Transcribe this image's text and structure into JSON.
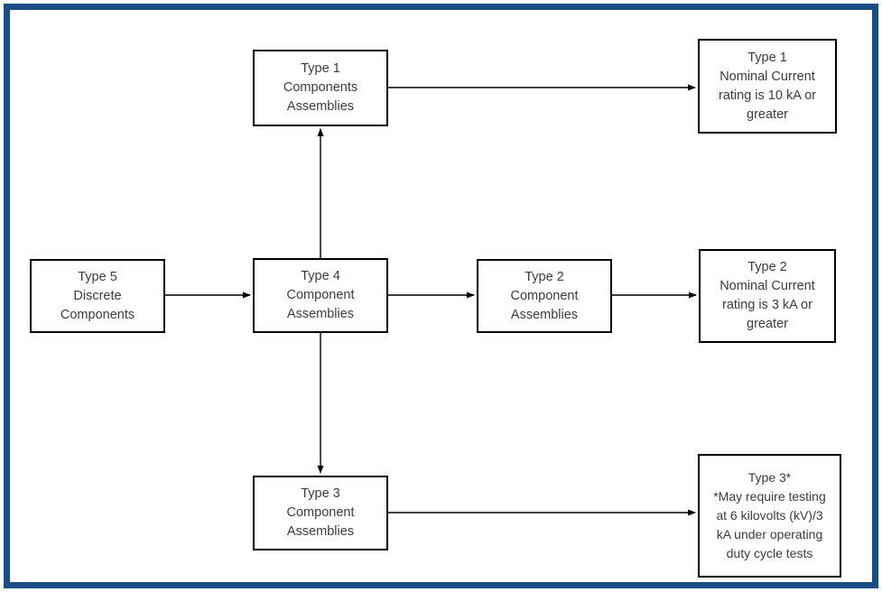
{
  "colors": {
    "frame-color": "#1b4f84",
    "box-border-color": "#000000",
    "text-color": "#3c3c3c",
    "background": "#ffffff"
  },
  "diagram": {
    "boxes": [
      {
        "id": "type-1-components-assemblies",
        "text": "Type 1\nComponents\nAssemblies"
      },
      {
        "id": "type-1-nominal-current",
        "text": "Type 1\nNominal Current\nrating is 10 kA or\ngreater"
      },
      {
        "id": "type-5-discrete-components",
        "text": "Type 5\nDiscrete\nComponents"
      },
      {
        "id": "type-4-component-assemblies",
        "text": "Type 4\nComponent\nAssemblies"
      },
      {
        "id": "type-2-component-assemblies",
        "text": "Type 2\nComponent\nAssemblies"
      },
      {
        "id": "type-2-nominal-current",
        "text": "Type 2\nNominal Current\nrating is 3 kA or\ngreater"
      },
      {
        "id": "type-3-component-assemblies",
        "text": "Type 3\nComponent\nAssemblies"
      },
      {
        "id": "type-3-testing-note",
        "text": "Type 3*\n*May require testing\nat 6 kilovolts (kV)/3\nkA under operating\nduty cycle tests"
      }
    ],
    "edges": [
      {
        "from": "type-5-discrete-components",
        "to": "type-4-component-assemblies"
      },
      {
        "from": "type-4-component-assemblies",
        "to": "type-1-components-assemblies"
      },
      {
        "from": "type-4-component-assemblies",
        "to": "type-2-component-assemblies"
      },
      {
        "from": "type-4-component-assemblies",
        "to": "type-3-component-assemblies"
      },
      {
        "from": "type-1-components-assemblies",
        "to": "type-1-nominal-current"
      },
      {
        "from": "type-2-component-assemblies",
        "to": "type-2-nominal-current"
      },
      {
        "from": "type-3-component-assemblies",
        "to": "type-3-testing-note"
      }
    ]
  }
}
